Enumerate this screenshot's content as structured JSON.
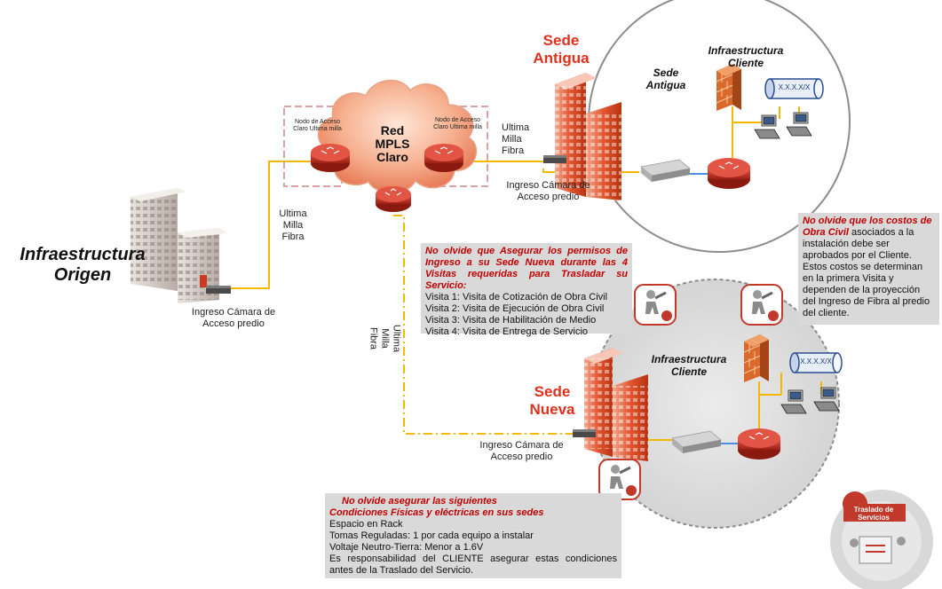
{
  "origin": {
    "title_line1": "Infraestructura",
    "title_line2": "Origen",
    "ingreso_line1": "Ingreso Cámara de",
    "ingreso_line2": "Acceso predio"
  },
  "uplink_origin": {
    "line1": "Ultima",
    "line2": "Milla",
    "line3": "Fibra"
  },
  "cloud": {
    "line1": "Red",
    "line2": "MPLS",
    "line3": "Claro"
  },
  "nodo_left": {
    "line1": "Nodo de Acceso",
    "line2": "Claro Ultima milla"
  },
  "nodo_right": {
    "line1": "Nodo de Acceso",
    "line2": "Claro Ultima milla"
  },
  "sede_antigua": {
    "title_line1": "Sede",
    "title_line2": "Antigua",
    "inner_line1": "Sede",
    "inner_line2": "Antigua",
    "infra_line1": "Infraestructura",
    "infra_line2": "Cliente",
    "server_label": "X.X.X.X/X",
    "fibra_line1": "Ultima",
    "fibra_line2": "Milla",
    "fibra_line3": "Fibra",
    "ingreso_line1": "Ingreso Cámara de",
    "ingreso_line2": "Acceso predio"
  },
  "sede_nueva": {
    "title_line1": "Sede",
    "title_line2": "Nueva",
    "infra_line1": "Infraestructura",
    "infra_line2": "Cliente",
    "server_label": "X.X.X.X/X",
    "ingreso_line1": "Ingreso Cámara de",
    "ingreso_line2": "Acceso predio"
  },
  "vertical_fibra": {
    "line1": "Ultima",
    "line2": "Milla",
    "line3": "Fibra"
  },
  "note_visitas": {
    "heading": "No olvide que Asegurar los permisos de Ingreso a su Sede Nueva durante las 4 Visitas requeridas para Trasladar su Servicio:",
    "items": [
      "Visita 1: Visita de Cotización de Obra Civil",
      "Visita 2: Visita de Ejecución de Obra Civil",
      "Visita 3: Visita de Habilitación de Medio",
      "Visita 4: Visita de Entrega  de Servicio"
    ]
  },
  "note_costos": {
    "heading": "No olvide que los costos de Obra Civil",
    "body": " asociados a la instalación debe ser aprobados por el Cliente. Estos costos se determinan en la primera Visita y dependen de la proyección del Ingreso de Fibra al predio del cliente."
  },
  "note_condiciones": {
    "heading_line1": "No olvide  asegurar  las siguientes",
    "heading_line2": "Condiciones Físicas y eléctricas en sus sedes",
    "items": [
      "Espacio en Rack",
      "Tomas Reguladas: 1 por cada equipo a instalar",
      "Voltaje Neutro-Tierra: Menor a 1.6V"
    ],
    "footer": "Es responsabilidad del CLIENTE asegurar estas condiciones antes de la Traslado del Servicio."
  },
  "badge": {
    "line1": "Traslado de",
    "line2": "Servicios"
  },
  "colors": {
    "fiber": "#f5b800",
    "red_text": "#e0301e",
    "note_bg": "#d9d9d9",
    "router": "#c0392b"
  }
}
